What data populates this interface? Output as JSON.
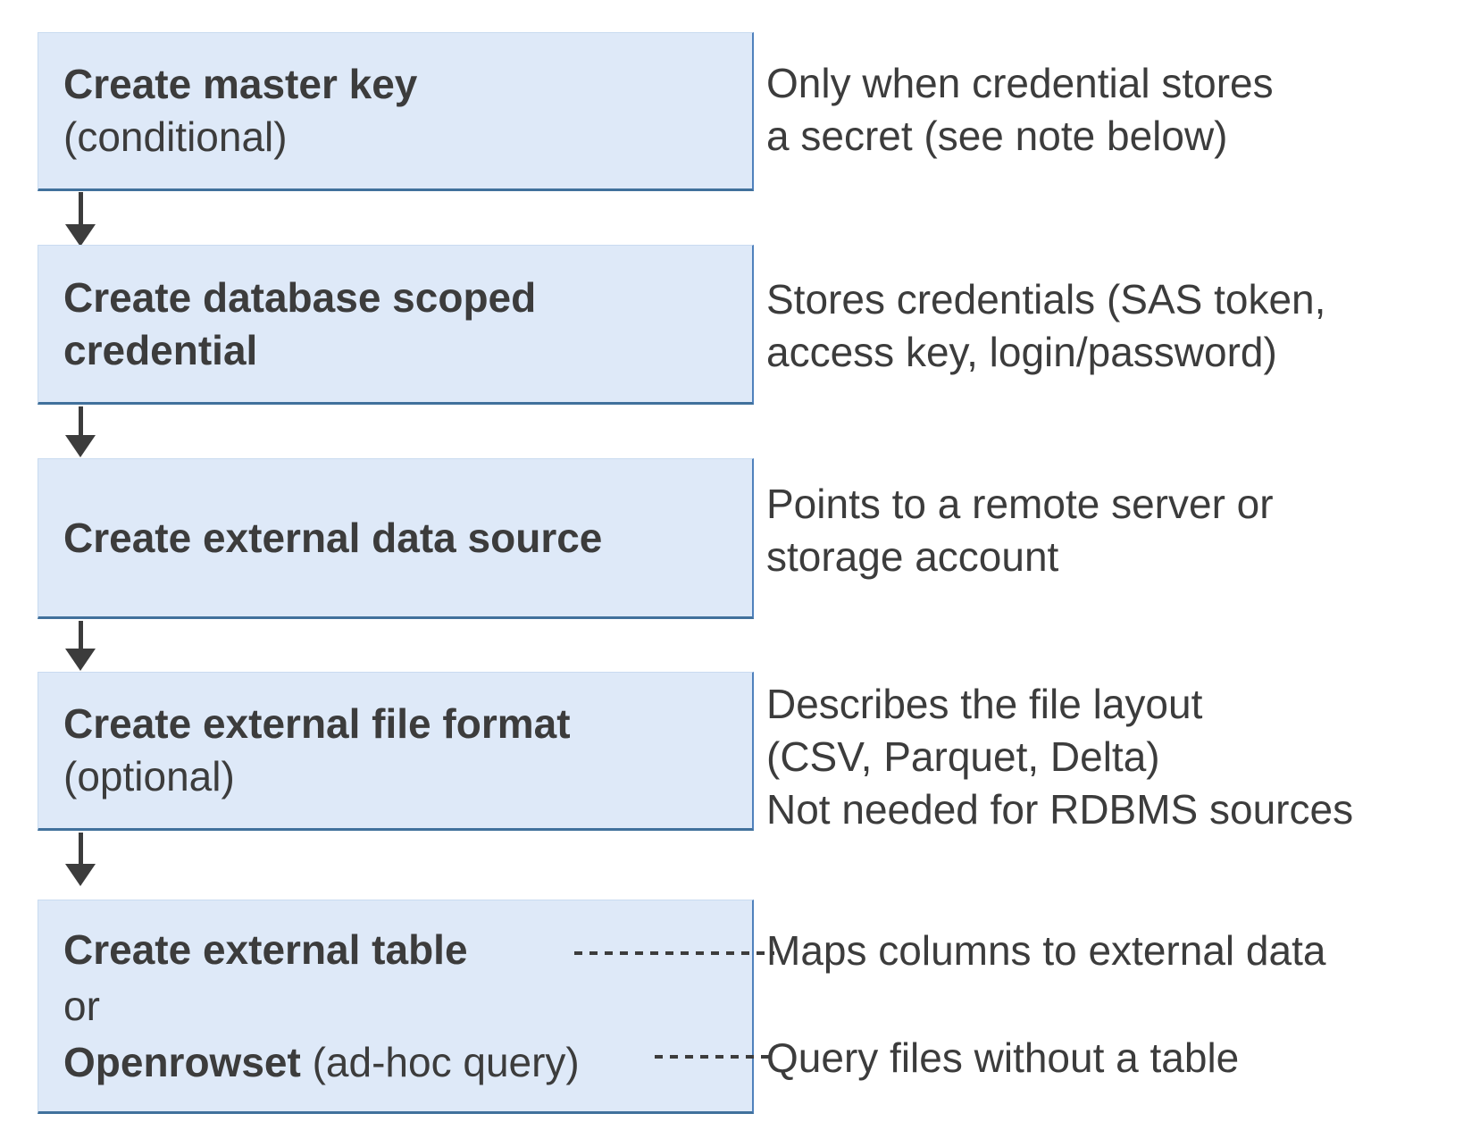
{
  "colors": {
    "box_fill": "#dee9f8",
    "box_edge_light": "#c9dbf0",
    "box_edge_right": "#4f81bd",
    "box_edge_bottom": "#41719c",
    "ink": "#3c3c3c"
  },
  "steps": [
    {
      "title_lines": [
        "Create master key"
      ],
      "subtitle": "(conditional)",
      "note_lines": [
        "Only when credential stores",
        "a secret (see note below)"
      ]
    },
    {
      "title_lines": [
        "Create database scoped",
        "credential"
      ],
      "note_lines": [
        "Stores credentials (SAS token,",
        "access key, login/password)"
      ]
    },
    {
      "title_lines": [
        "Create external data source"
      ],
      "note_lines": [
        "Points to a remote server or",
        "storage account"
      ]
    },
    {
      "title_lines": [
        "Create external file format"
      ],
      "subtitle": "(optional)",
      "note_lines": [
        "Describes the file layout",
        "(CSV, Parquet, Delta)",
        "Not needed for RDBMS sources"
      ]
    },
    {
      "title_bold": "Create external table",
      "or_label": "or",
      "openrowset_bold": "Openrowset",
      "openrowset_suffix": " (ad-hoc query)",
      "note_table": "Maps columns to external data",
      "note_openrowset": "Query files without a table"
    }
  ]
}
